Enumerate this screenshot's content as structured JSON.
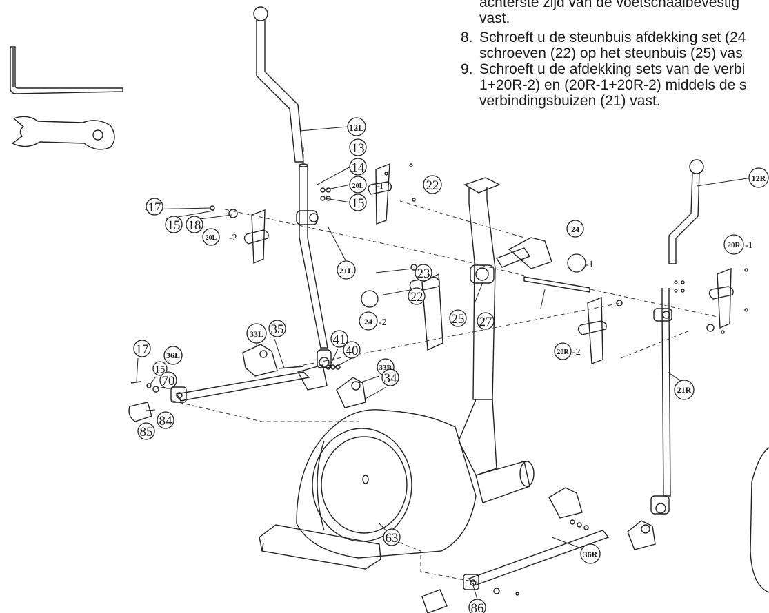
{
  "instructions": {
    "line_top": "achterste zijd van de voetschaalbevestig",
    "line_top_2": "vast.",
    "step8": {
      "num": "8.",
      "line1": "Schroeft u de steunbuis afdekking set (24",
      "line2": "schroeven (22) op het steunbuis (25) vas"
    },
    "step9": {
      "num": "9.",
      "line1": "Schroeft u de afdekking sets van de verbi",
      "line2": "1+20R-2) en (20R-1+20R-2) middels de s",
      "line3": "verbindingsbuizen (21) vast."
    }
  },
  "callouts": {
    "c12L": "12L",
    "c13": "13",
    "c14": "14",
    "c20L1": "20L",
    "c20L1_suffix": "-1",
    "c15a": "15",
    "c22a": "22",
    "c17a": "17",
    "c15b": "15",
    "c18": "18",
    "c20L2": "20L",
    "c20L2_suffix": "-2",
    "c12R": "12R",
    "c20R1": "20R",
    "c20R1_suffix": "-1",
    "c24_1": "24",
    "c24_1_suffix": "-1",
    "c21L": "21L",
    "c23": "23",
    "c22b": "22",
    "c24_2": "24",
    "c24_2_suffix": "-2",
    "c25": "25",
    "c27": "27",
    "c20R2": "20R",
    "c20R2_suffix": "-2",
    "c33L": "33L",
    "c35": "35",
    "c41": "41",
    "c40": "40",
    "c17b": "17",
    "c15c": "15",
    "c70": "70",
    "c36L": "36L",
    "c33R": "33R",
    "c34": "34",
    "c21R": "21R",
    "c84": "84",
    "c85": "85",
    "c63": "63",
    "c36R": "36R",
    "c86": "86"
  },
  "tools": {
    "allen_key": "allen-key-icon",
    "wrench": "wrench-icon"
  }
}
